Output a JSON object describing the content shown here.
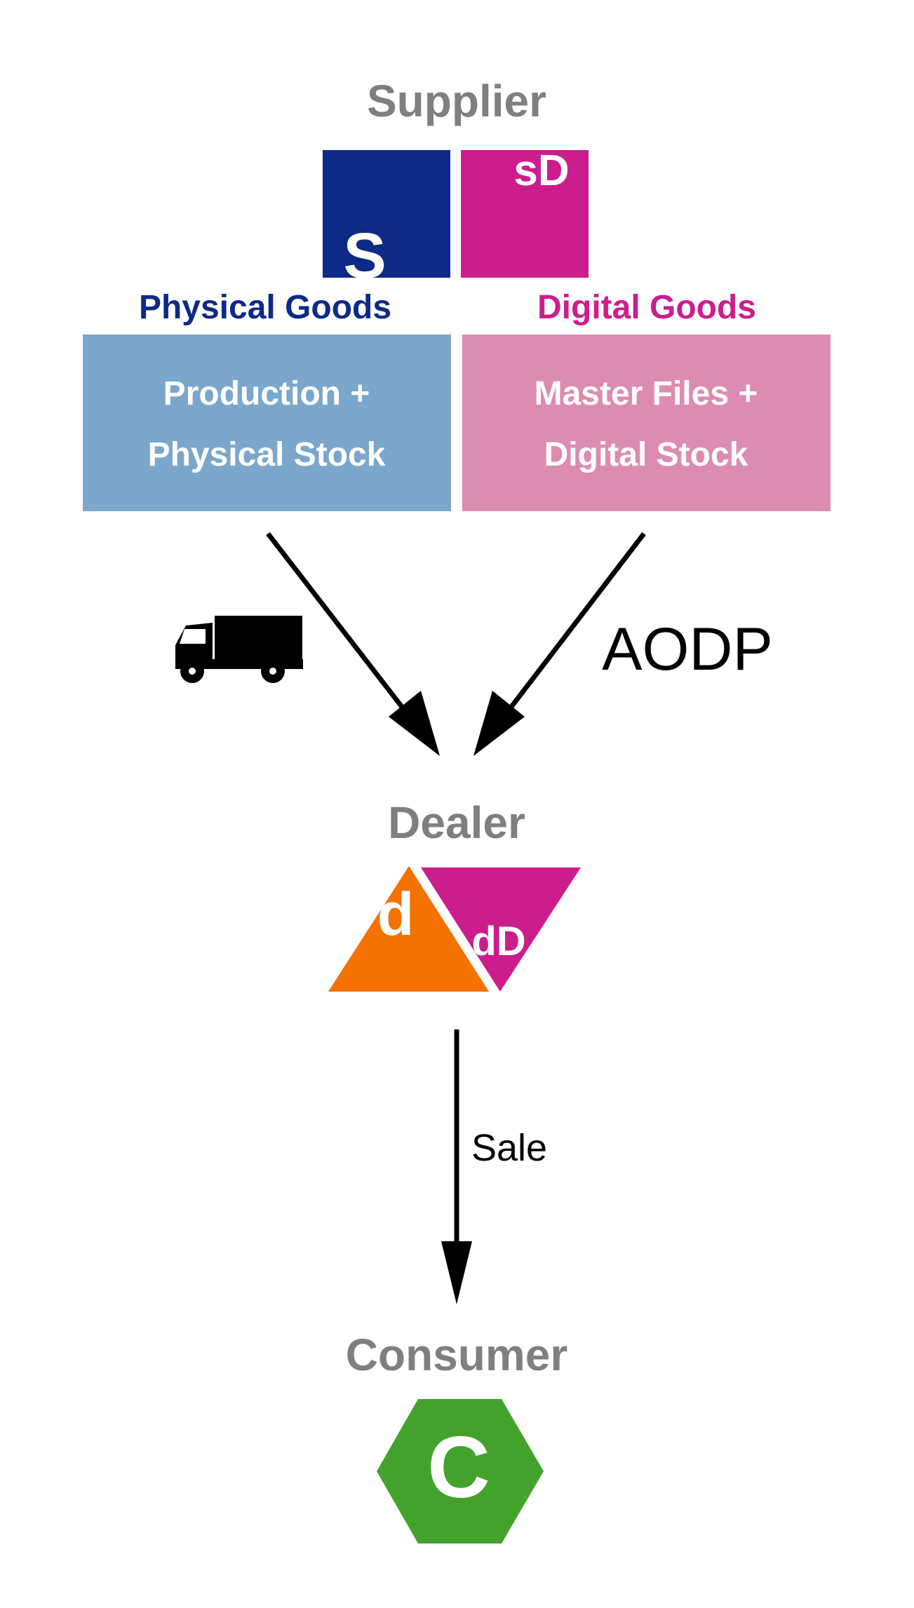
{
  "supplier": {
    "title": "Supplier",
    "s_label": "S",
    "sd_label": "sD"
  },
  "physical": {
    "heading": "Physical Goods",
    "box_line1": "Production +",
    "box_line2": "Physical Stock"
  },
  "digital": {
    "heading": "Digital Goods",
    "box_line1": "Master Files +",
    "box_line2": "Digital Stock"
  },
  "flows": {
    "digital_label": "AODP",
    "physical_icon": "truck-icon",
    "sale_label": "Sale"
  },
  "dealer": {
    "title": "Dealer",
    "d_label": "d",
    "dd_label": "dD"
  },
  "consumer": {
    "title": "Consumer",
    "c_label": "C"
  },
  "colors": {
    "supplier_blue": "#0e2a87",
    "supplier_magenta": "#cc1d8d",
    "physical_box": "#7aa7cb",
    "digital_box": "#dc8cb2",
    "dealer_orange": "#f57100",
    "dealer_magenta": "#cc1d8d",
    "consumer_green": "#43a22b",
    "title_gray": "#7f7f7f",
    "arrow": "#000000"
  }
}
